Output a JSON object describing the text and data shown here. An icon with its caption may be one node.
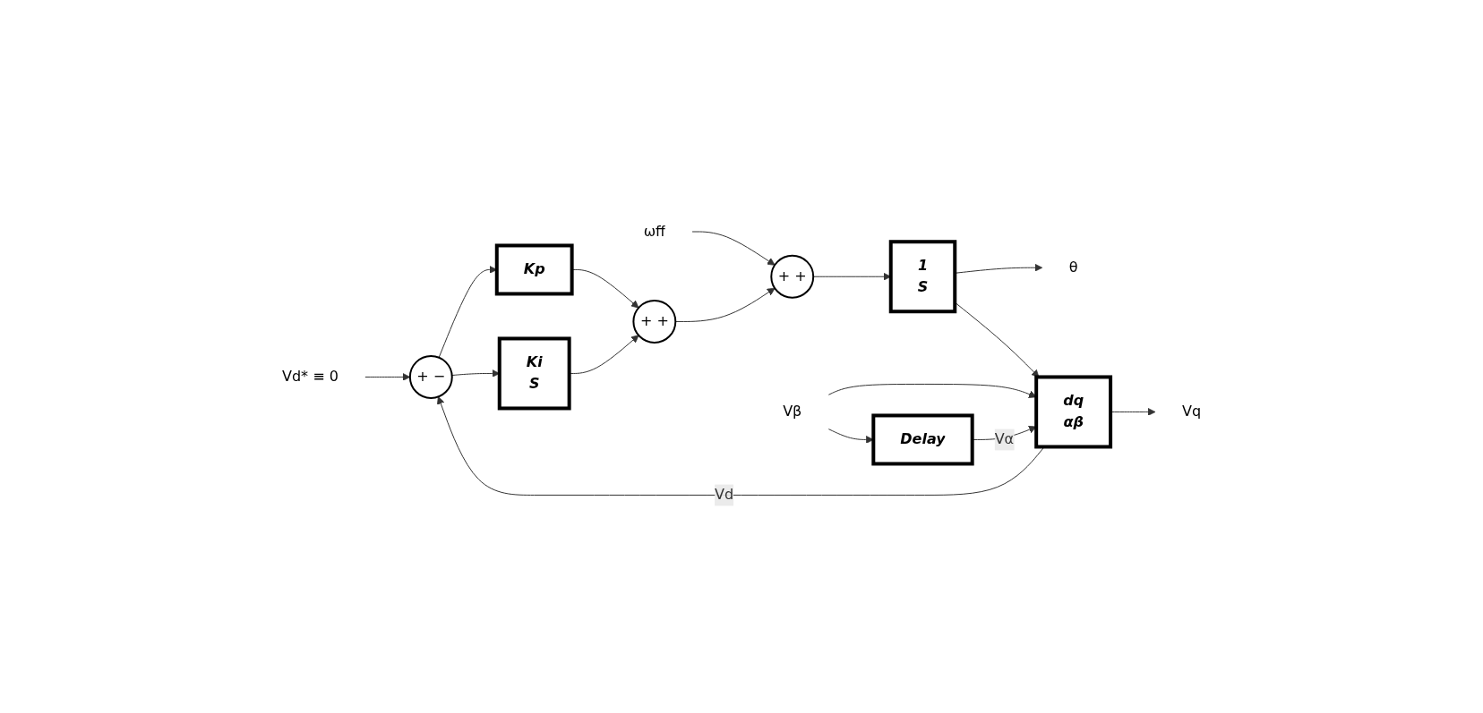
{
  "diagram": {
    "nodes": [
      {
        "text": [
          "Vd* ≡ 0"
        ]
      },
      {
        "text": [
          "+",
          "−"
        ]
      },
      {
        "text": [
          "Kp"
        ]
      },
      {
        "text": [
          "Ki",
          "S"
        ]
      },
      {
        "text": [
          "+",
          "+"
        ]
      },
      {
        "text": [
          "ωff"
        ]
      },
      {
        "text": [
          "+",
          "+"
        ]
      },
      {
        "text": [
          "1",
          "S"
        ]
      },
      {
        "text": [
          "θ"
        ]
      },
      {
        "text": [
          "dq",
          "αβ"
        ]
      },
      {
        "text": [
          "Vq"
        ]
      },
      {
        "text": [
          "Vβ"
        ]
      },
      {
        "text": [
          "Delay"
        ]
      }
    ],
    "edges": [
      {
        "from": 0,
        "to": 1,
        "arrow": "to"
      },
      {
        "from": 1,
        "to": 2,
        "arrow": "to"
      },
      {
        "from": 1,
        "to": 3,
        "arrow": "to"
      },
      {
        "from": 2,
        "to": 4,
        "arrow": "to"
      },
      {
        "from": 3,
        "to": 4,
        "arrow": "to"
      },
      {
        "from": 5,
        "to": 6,
        "arrow": "to"
      },
      {
        "from": 4,
        "to": 6,
        "arrow": "to"
      },
      {
        "from": 6,
        "to": 7,
        "arrow": "to"
      },
      {
        "from": 7,
        "to": 8,
        "arrow": "to"
      },
      {
        "from": 7,
        "to": 9,
        "arrow": "to"
      },
      {
        "from": 9,
        "to": 1,
        "arrow": "to",
        "label": "Vd"
      },
      {
        "from": 9,
        "to": 10,
        "arrow": "to"
      },
      {
        "from": 11,
        "to": 9,
        "arrow": "to"
      },
      {
        "from": 11,
        "to": 12,
        "arrow": "to"
      },
      {
        "from": 12,
        "to": 9,
        "arrow": "to",
        "label": "Vα"
      }
    ]
  }
}
